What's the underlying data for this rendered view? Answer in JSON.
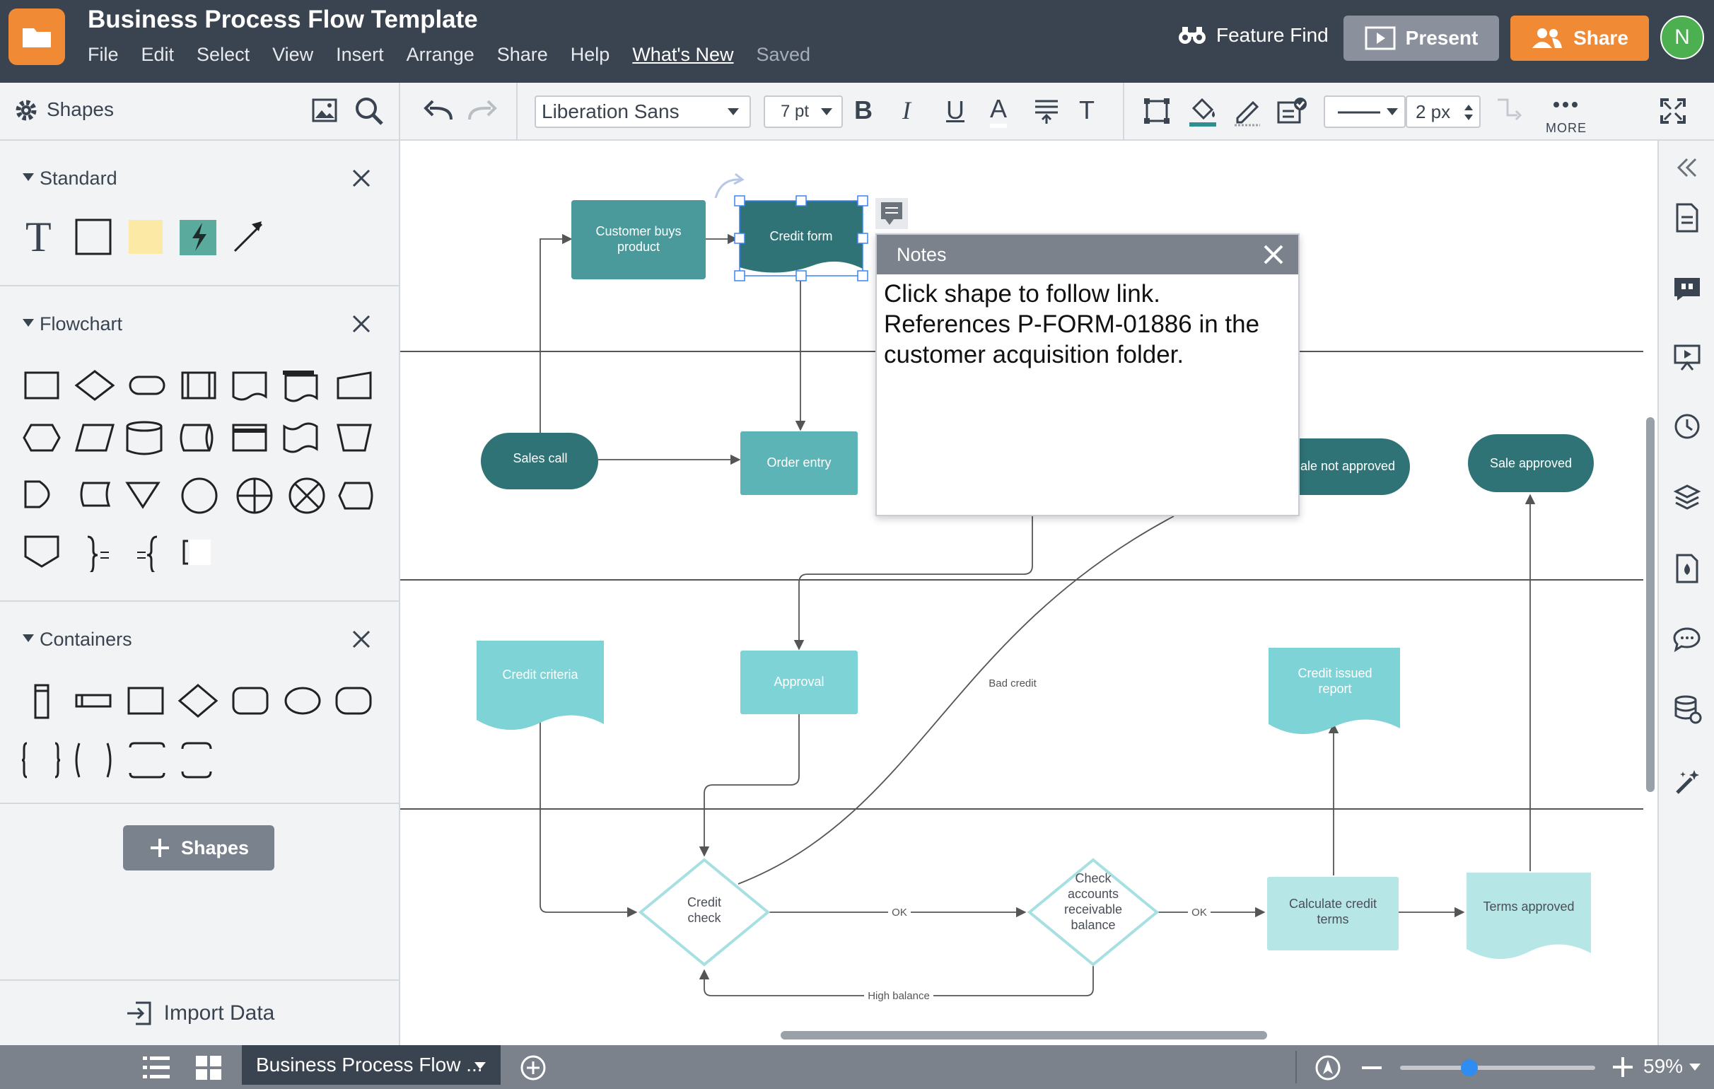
{
  "app": {
    "title": "Business Process Flow Template",
    "menu": [
      "File",
      "Edit",
      "Select",
      "View",
      "Insert",
      "Arrange",
      "Share",
      "Help",
      "What's New",
      "Saved"
    ],
    "feature_find": "Feature Find",
    "present": "Present",
    "share": "Share",
    "avatar_initial": "N"
  },
  "toolbar": {
    "shapes_label": "Shapes",
    "font": "Liberation Sans",
    "font_size": "7 pt",
    "bold": "B",
    "italic": "I",
    "underline": "U",
    "font_color": "A",
    "text_options": "T",
    "line_width": "2 px",
    "more": "MORE"
  },
  "sidebar": {
    "sections": [
      "Standard",
      "Flowchart",
      "Containers"
    ],
    "add_shapes": "Shapes",
    "import_data": "Import Data"
  },
  "diagram": {
    "nodes": {
      "customer_buys": [
        "Customer buys",
        "product"
      ],
      "credit_form": "Credit form",
      "sales_call": "Sales call",
      "order_entry": "Order entry",
      "sale_not_approved": "ale not approved",
      "sale_approved": "Sale approved",
      "credit_criteria": "Credit criteria",
      "approval": "Approval",
      "credit_issued": [
        "Credit issued",
        "report"
      ],
      "credit_check": [
        "Credit",
        "check"
      ],
      "check_accounts": [
        "Check",
        "accounts",
        "receivable",
        "balance"
      ],
      "calculate_credit": [
        "Calculate credit",
        "terms"
      ],
      "terms_approved": "Terms approved"
    },
    "edge_labels": {
      "bad_credit": "Bad credit",
      "ok1": "OK",
      "ok2": "OK",
      "high_balance": "High balance"
    }
  },
  "notes": {
    "title": "Notes",
    "body": "Click shape to follow link. References P-FORM-01886 in the customer acquisition folder."
  },
  "bottom": {
    "page_tab": "Business Process Flow ...",
    "zoom": "59%"
  },
  "colors": {
    "dark_teal": "#2f7377",
    "teal": "#4a9a9b",
    "mid_teal": "#5db4b6",
    "light_teal": "#7ed3d6",
    "pale_teal": "#b7e6e7",
    "accent_orange": "#f08a34",
    "header": "#3a4350"
  }
}
